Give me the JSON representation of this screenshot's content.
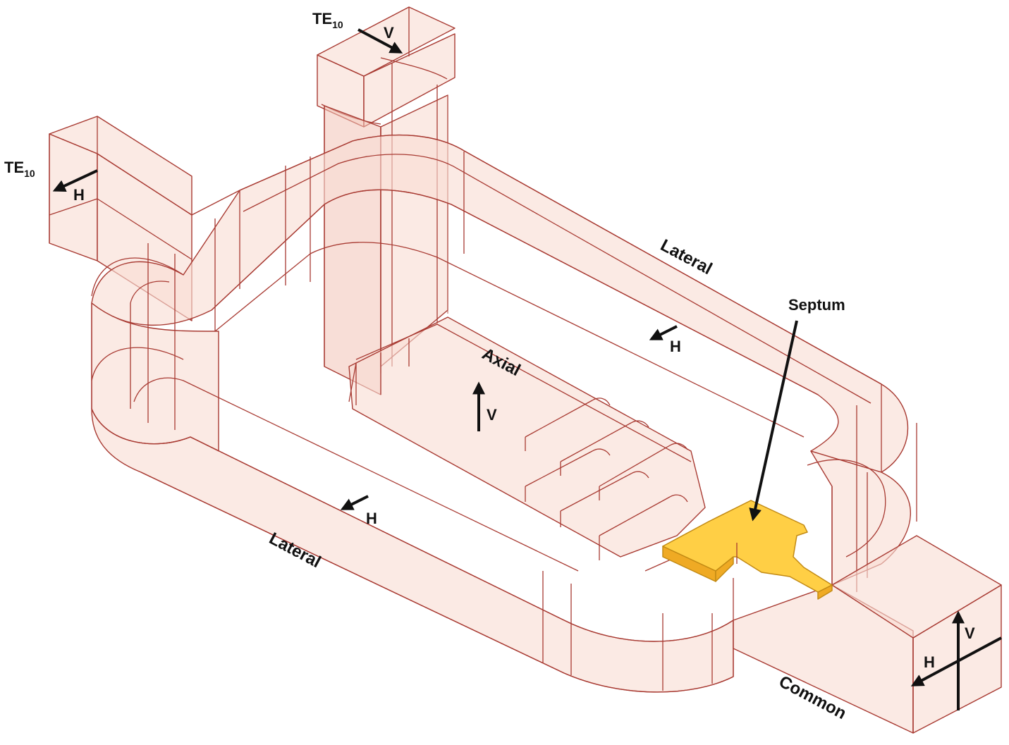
{
  "labels": {
    "te10_top": "TE",
    "te10_top_sub": "10",
    "te10_left": "TE",
    "te10_left_sub": "10",
    "v_top": "V",
    "h_left": "H",
    "lateral_top": "Lateral",
    "h_lateral_top": "H",
    "septum": "Septum",
    "axial": "Axial",
    "v_axial": "V",
    "h_lateral_bottom": "H",
    "lateral_bottom": "Lateral",
    "v_common": "V",
    "h_common": "H",
    "common": "Common"
  },
  "colors": {
    "waveguide_fill": "#f8ddd3",
    "waveguide_edge": "#a83a32",
    "septum": "#ffcf45",
    "arrow": "#111111"
  }
}
